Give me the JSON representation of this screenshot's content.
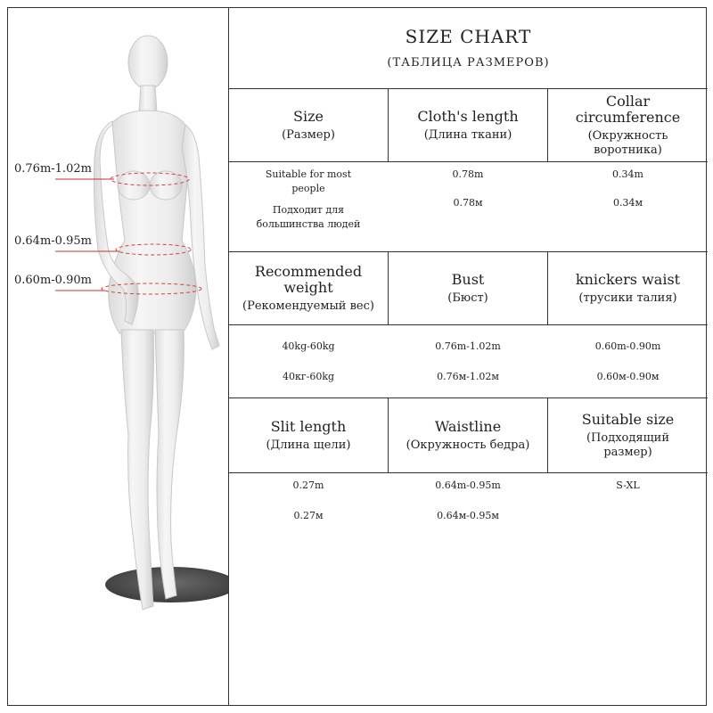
{
  "figure": {
    "measurements": [
      {
        "label": "0.76m-1.02m",
        "target": "bust"
      },
      {
        "label": "0.64m-0.95m",
        "target": "waist"
      },
      {
        "label": "0.60m-0.90m",
        "target": "hips"
      }
    ],
    "colors": {
      "mannequin": "#f1f1f1",
      "shade": "#d0d0d0",
      "base": "#4a4a4a",
      "dash": "#d9403a",
      "pointer": "#c0352e"
    }
  },
  "chart": {
    "title": "SIZE CHART",
    "subtitle": "(ТАБЛИЦА РАЗМЕРОВ)",
    "sections": [
      {
        "headers": [
          {
            "en": "Size",
            "ru": "(Размер)"
          },
          {
            "en": "Cloth's length",
            "ru": "(Длина ткани)"
          },
          {
            "en": "Collar circumference",
            "ru": "(Окружность воротника)"
          }
        ],
        "values": [
          {
            "en": "Suitable for most people",
            "ru": "Подходит для большинства людей"
          },
          {
            "en": "0.78m",
            "ru": "0.78м"
          },
          {
            "en": "0.34m",
            "ru": "0.34м"
          }
        ]
      },
      {
        "headers": [
          {
            "en": "Recommended weight",
            "ru": "(Рекомендуемый вес)"
          },
          {
            "en": "Bust",
            "ru": "(Бюст)"
          },
          {
            "en": "knickers waist",
            "ru": "(трусики талия)"
          }
        ],
        "values": [
          {
            "en": "40kg-60kg",
            "ru": "40кг-60kg"
          },
          {
            "en": "0.76m-1.02m",
            "ru": "0.76м-1.02м"
          },
          {
            "en": "0.60m-0.90m",
            "ru": "0.60м-0.90м"
          }
        ]
      },
      {
        "headers": [
          {
            "en": "Slit length",
            "ru": "(Длина щели)"
          },
          {
            "en": "Waistline",
            "ru": "(Окружность бедра)"
          },
          {
            "en": "Suitable size",
            "ru": "(Подходящий размер)"
          }
        ],
        "values": [
          {
            "en": "0.27m",
            "ru": "0.27м"
          },
          {
            "en": "0.64m-0.95m",
            "ru": "0.64м-0.95м"
          },
          {
            "en": "S-XL",
            "ru": ""
          }
        ]
      }
    ]
  }
}
